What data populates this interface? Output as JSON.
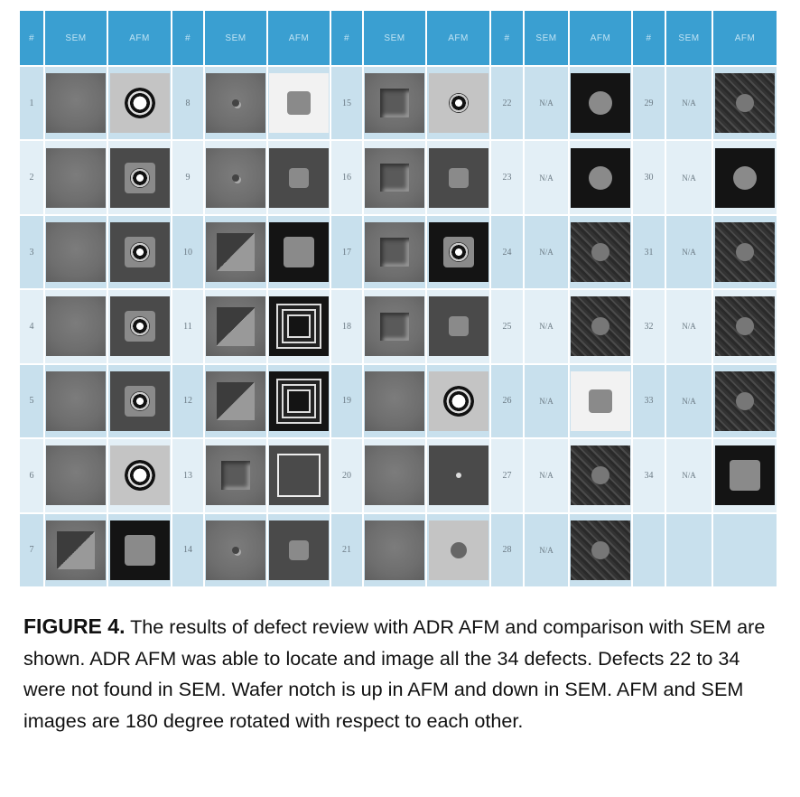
{
  "figure": {
    "header": {
      "columns": [
        "#",
        "SEM",
        "AFM",
        "#",
        "SEM",
        "AFM",
        "#",
        "SEM",
        "AFM",
        "#",
        "SEM",
        "AFM",
        "#",
        "SEM",
        "AFM"
      ]
    },
    "rows": [
      {
        "cells": [
          {
            "num": "1",
            "sem": "sem-plain",
            "afm": "afm-ring-noisy-light"
          },
          {
            "num": "8",
            "sem": "sem-dot",
            "afm": "afm-pad-white"
          },
          {
            "num": "15",
            "sem": "sem-pit",
            "afm": "afm-ring-light"
          },
          {
            "num": "22",
            "sem": "N/A",
            "afm": "afm-blob-dark"
          },
          {
            "num": "29",
            "sem": "N/A",
            "afm": "afm-noise"
          }
        ]
      },
      {
        "cells": [
          {
            "num": "2",
            "sem": "sem-plain",
            "afm": "afm-ring-mid"
          },
          {
            "num": "9",
            "sem": "sem-dot",
            "afm": "afm-pad-mid"
          },
          {
            "num": "16",
            "sem": "sem-pit",
            "afm": "afm-pad-mid"
          },
          {
            "num": "23",
            "sem": "N/A",
            "afm": "afm-blob-dark"
          },
          {
            "num": "30",
            "sem": "N/A",
            "afm": "afm-blob-dark"
          }
        ]
      },
      {
        "cells": [
          {
            "num": "3",
            "sem": "sem-plain",
            "afm": "afm-ring-mid"
          },
          {
            "num": "10",
            "sem": "sem-triangle",
            "afm": "afm-pad-dark"
          },
          {
            "num": "17",
            "sem": "sem-pit",
            "afm": "afm-ring-dark"
          },
          {
            "num": "24",
            "sem": "N/A",
            "afm": "afm-noise"
          },
          {
            "num": "31",
            "sem": "N/A",
            "afm": "afm-noise"
          }
        ]
      },
      {
        "cells": [
          {
            "num": "4",
            "sem": "sem-plain",
            "afm": "afm-ring-mid"
          },
          {
            "num": "11",
            "sem": "sem-triangle",
            "afm": "afm-frame-dark"
          },
          {
            "num": "18",
            "sem": "sem-pit",
            "afm": "afm-pad-mid"
          },
          {
            "num": "25",
            "sem": "N/A",
            "afm": "afm-noise"
          },
          {
            "num": "32",
            "sem": "N/A",
            "afm": "afm-noise"
          }
        ]
      },
      {
        "cells": [
          {
            "num": "5",
            "sem": "sem-plain",
            "afm": "afm-ring-mid"
          },
          {
            "num": "12",
            "sem": "sem-triangle",
            "afm": "afm-frame-dark"
          },
          {
            "num": "19",
            "sem": "sem-plain",
            "afm": "afm-ring-big-light"
          },
          {
            "num": "26",
            "sem": "N/A",
            "afm": "afm-pad-white"
          },
          {
            "num": "33",
            "sem": "N/A",
            "afm": "afm-noise"
          }
        ]
      },
      {
        "cells": [
          {
            "num": "6",
            "sem": "sem-plain",
            "afm": "afm-ring-big-light"
          },
          {
            "num": "13",
            "sem": "sem-pit",
            "afm": "afm-frame-light"
          },
          {
            "num": "20",
            "sem": "sem-plain",
            "afm": "afm-mid-dot"
          },
          {
            "num": "27",
            "sem": "N/A",
            "afm": "afm-noise"
          },
          {
            "num": "34",
            "sem": "N/A",
            "afm": "afm-pad-dark"
          }
        ]
      },
      {
        "cells": [
          {
            "num": "7",
            "sem": "sem-triangle",
            "afm": "afm-pad-dark"
          },
          {
            "num": "14",
            "sem": "sem-dot",
            "afm": "afm-pad-mid"
          },
          {
            "num": "21",
            "sem": "sem-plain",
            "afm": "afm-blob-light"
          },
          {
            "num": "28",
            "sem": "N/A",
            "afm": "afm-noise"
          },
          {
            "num": "",
            "sem": "",
            "afm": ""
          }
        ]
      }
    ],
    "colors": {
      "header_bg": "#3a9fd1",
      "header_text": "#bfe2f3",
      "row_odd_bg": "#c8e0ed",
      "row_even_bg": "#e3eff6"
    }
  },
  "caption": {
    "label": "FIGURE 4.",
    "text": " The results of defect review with ADR AFM and comparison with SEM are shown. ADR AFM was able to locate and image all the 34 defects. Defects 22 to 34 were not found in SEM. Wafer notch is up in AFM and down in SEM. AFM and SEM images are 180 degree rotated with respect to each other."
  }
}
